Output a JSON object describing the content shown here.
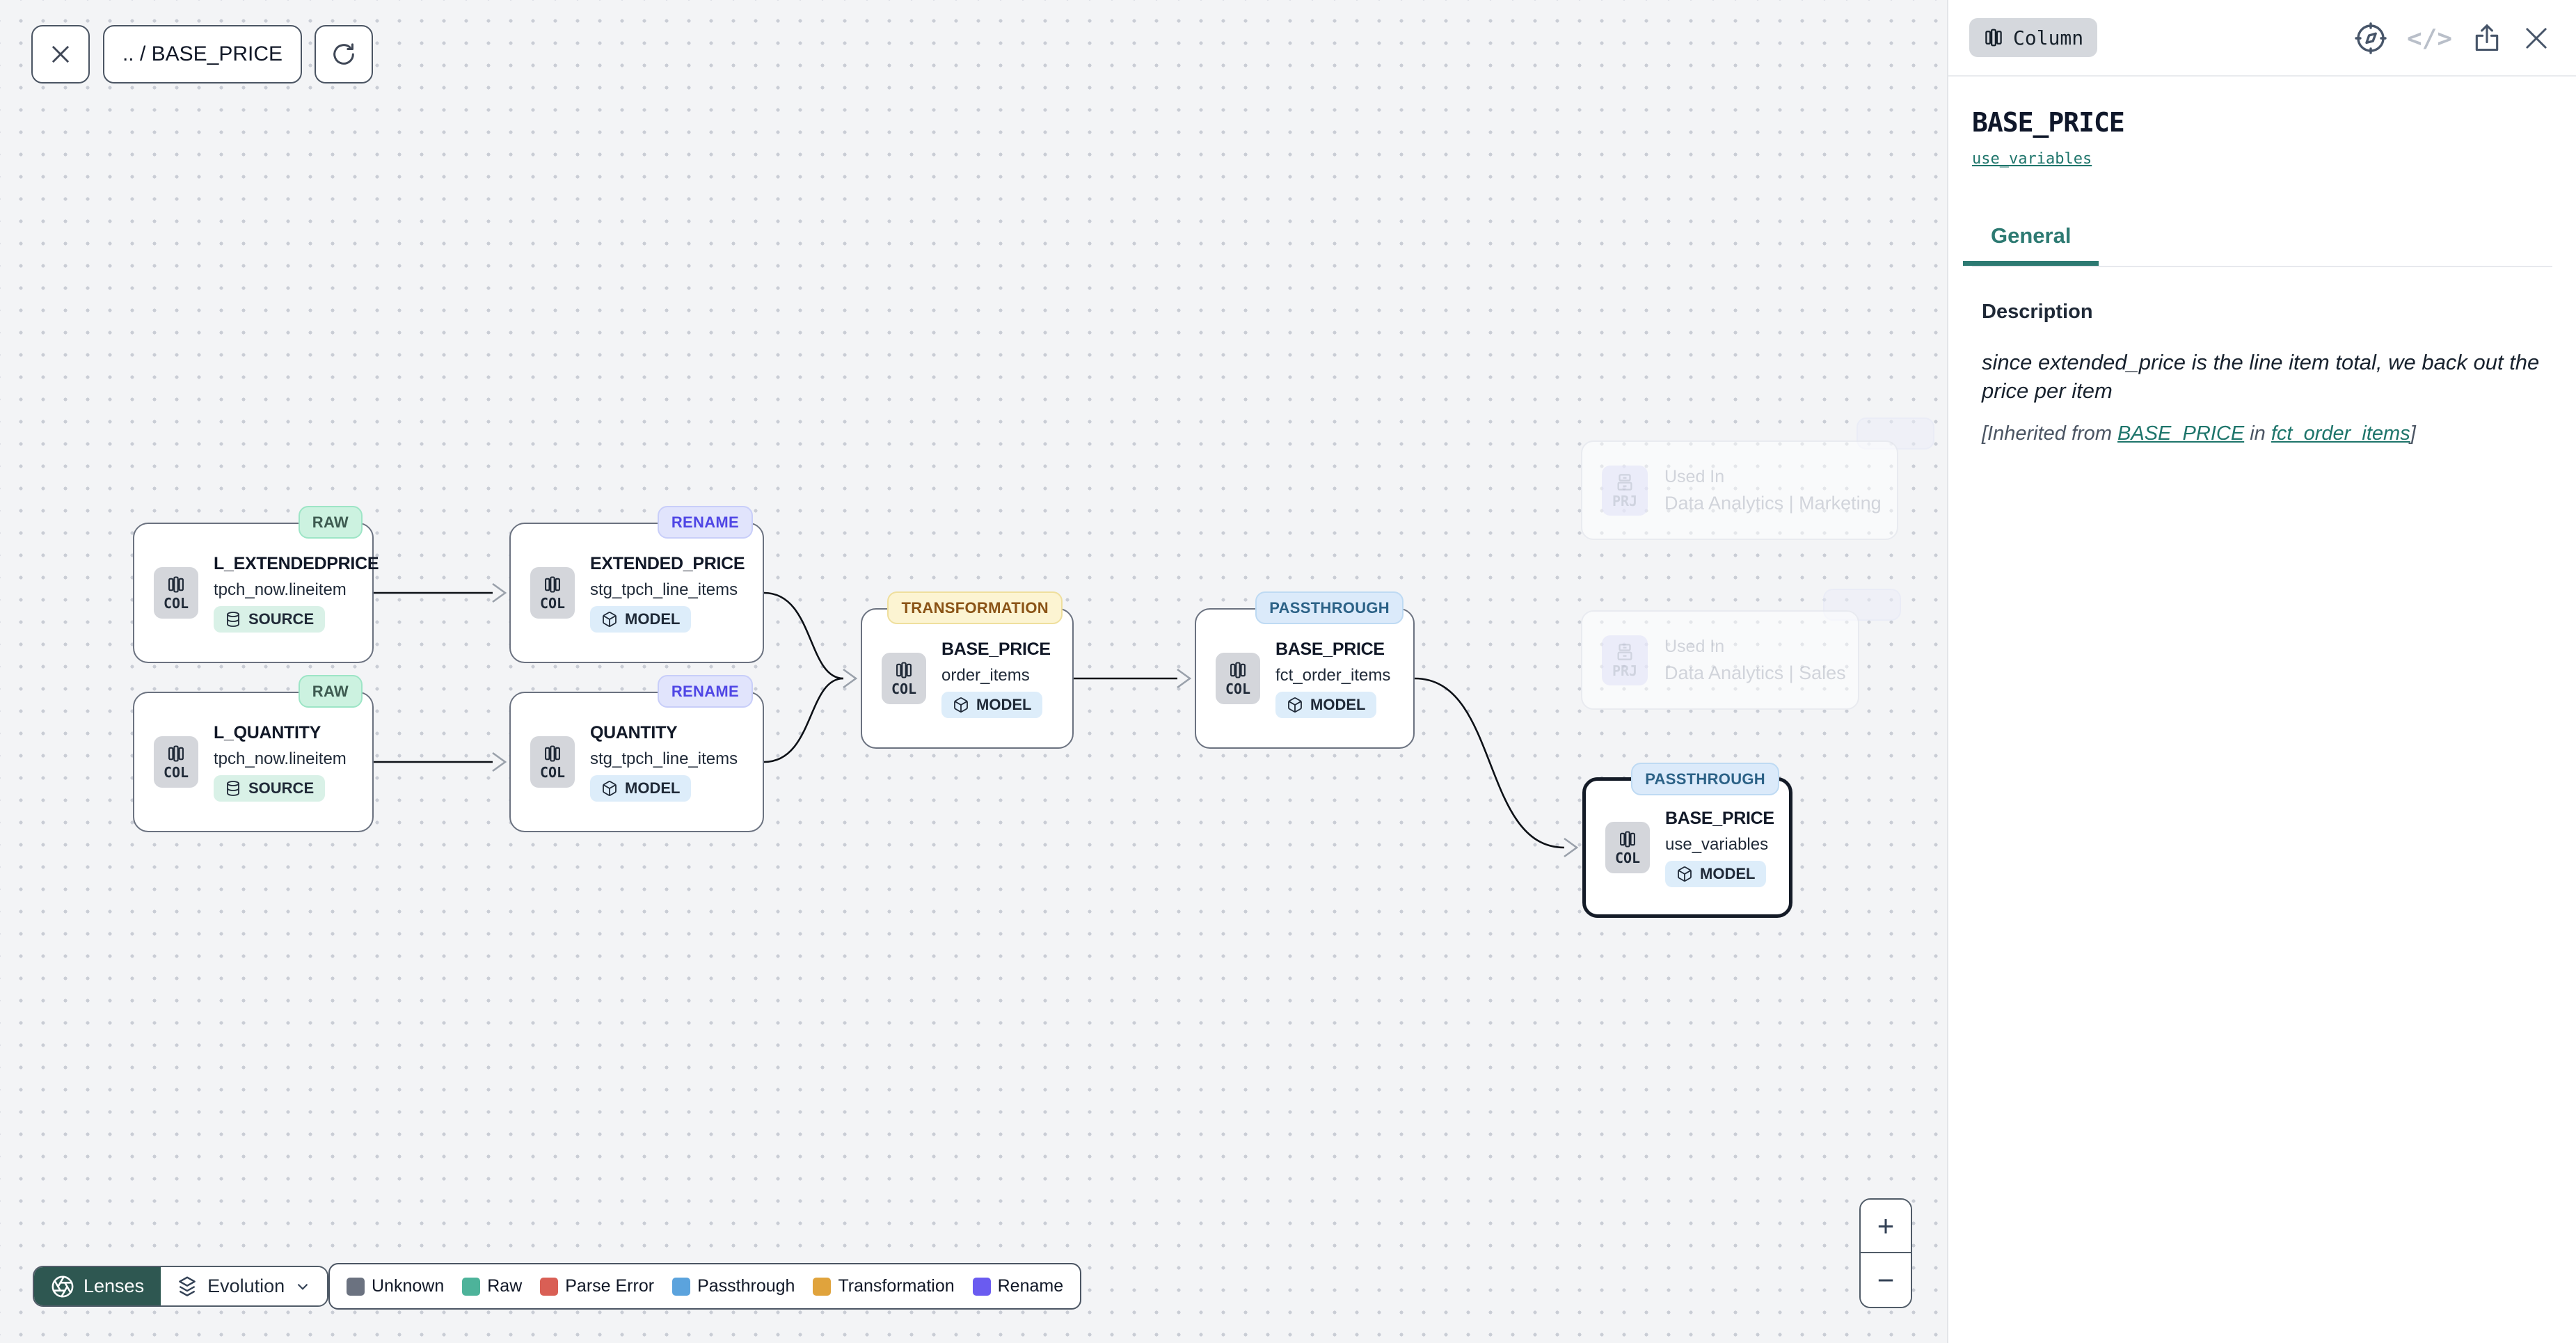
{
  "toolbar": {
    "breadcrumb": ".. / BASE_PRICE"
  },
  "panel": {
    "type_chip": "Column",
    "title": "BASE_PRICE",
    "model_link": "use_variables",
    "tab_general": "General",
    "description_heading": "Description",
    "description_text": "since extended_price is the line item total, we back out the price per item",
    "inherited": {
      "prefix": "[Inherited from ",
      "link_column": "BASE_PRICE",
      "infix": " in ",
      "link_model": "fct_order_items",
      "suffix": "]"
    }
  },
  "nodes": [
    {
      "badge": "RAW",
      "title": "L_EXTENDEDPRICE",
      "subtitle": "tpch_now.lineitem",
      "kind": "SOURCE",
      "type_label": "COL"
    },
    {
      "badge": "RENAME",
      "title": "EXTENDED_PRICE",
      "subtitle": "stg_tpch_line_items",
      "kind": "MODEL",
      "type_label": "COL"
    },
    {
      "badge": "RAW",
      "title": "L_QUANTITY",
      "subtitle": "tpch_now.lineitem",
      "kind": "SOURCE",
      "type_label": "COL"
    },
    {
      "badge": "RENAME",
      "title": "QUANTITY",
      "subtitle": "stg_tpch_line_items",
      "kind": "MODEL",
      "type_label": "COL"
    },
    {
      "badge": "TRANSFORMATION",
      "title": "BASE_PRICE",
      "subtitle": "order_items",
      "kind": "MODEL",
      "type_label": "COL"
    },
    {
      "badge": "PASSTHROUGH",
      "title": "BASE_PRICE",
      "subtitle": "fct_order_items",
      "kind": "MODEL",
      "type_label": "COL"
    },
    {
      "badge": "PASSTHROUGH",
      "title": "BASE_PRICE",
      "subtitle": "use_variables",
      "kind": "MODEL",
      "type_label": "COL"
    }
  ],
  "used_in": [
    {
      "label": "Used In",
      "value": "Data Analytics | Marketing",
      "type_label": "PRJ"
    },
    {
      "label": "Used In",
      "value": "Data Analytics | Sales",
      "type_label": "PRJ"
    }
  ],
  "lenses": {
    "button": "Lenses",
    "mode": "Evolution"
  },
  "legend": [
    {
      "label": "Unknown",
      "color": "#6b7280"
    },
    {
      "label": "Raw",
      "color": "#4db39a"
    },
    {
      "label": "Parse Error",
      "color": "#d95f55"
    },
    {
      "label": "Passthrough",
      "color": "#5ba3dd"
    },
    {
      "label": "Transformation",
      "color": "#e0a33c"
    },
    {
      "label": "Rename",
      "color": "#6a5bf0"
    }
  ],
  "zoom": {
    "in": "+",
    "out": "−"
  }
}
